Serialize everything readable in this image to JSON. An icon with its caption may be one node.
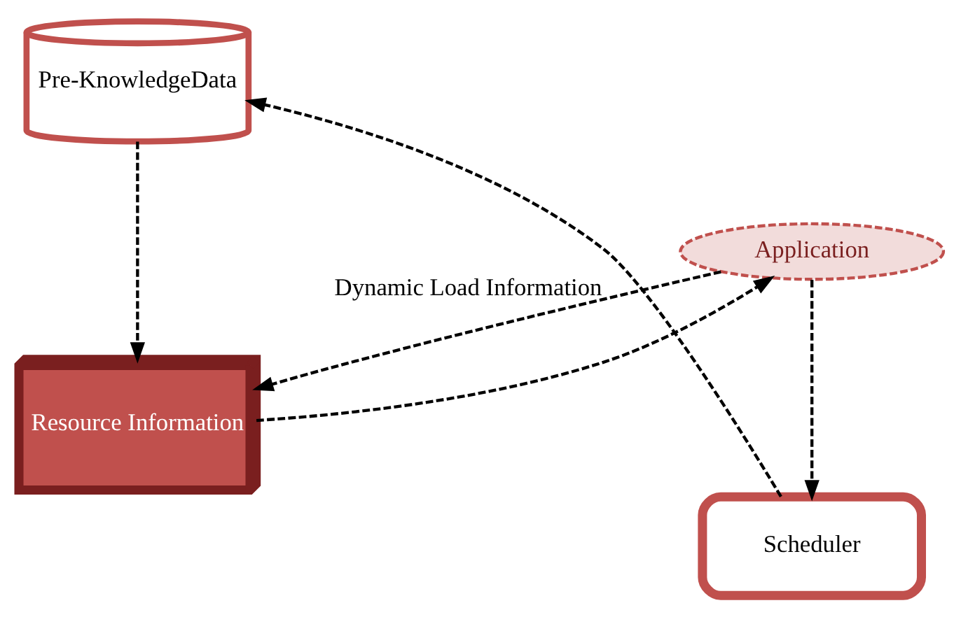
{
  "diagram": {
    "nodes": [
      {
        "text": [
          "Resource Information"
        ]
      },
      {
        "text": [
          "Application"
        ]
      },
      {
        "text": [
          "Scheduler"
        ]
      },
      {
        "text": [
          "Pre-KnowledgeData"
        ]
      }
    ],
    "edges": [
      {
        "from": 0,
        "to": 1,
        "arrow": "to",
        "style": "dashed"
      },
      {
        "from": 1,
        "to": 0,
        "arrow": "to",
        "style": "dashed",
        "label": "Dynamic Load Information"
      },
      {
        "from": 1,
        "to": 2,
        "arrow": "to",
        "style": "dashed"
      },
      {
        "from": 2,
        "to": 3,
        "arrow": "to",
        "style": "dashed"
      },
      {
        "from": 3,
        "to": 0,
        "arrow": "to",
        "style": "dashed"
      }
    ]
  }
}
